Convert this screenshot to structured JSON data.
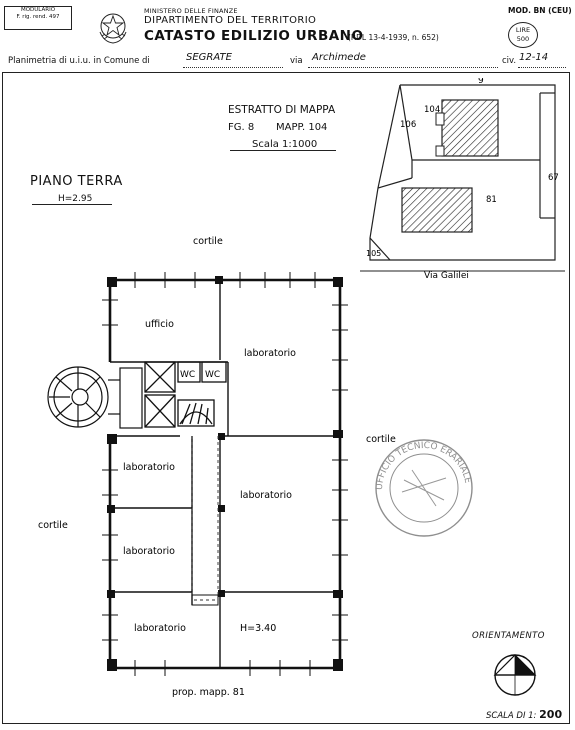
{
  "header": {
    "modulario_line1": "MODULARIO",
    "modulario_line2": "F. rig. rend. 497",
    "ministry": "MINISTERO DELLE FINANZE",
    "department": "DIPARTIMENTO DEL TERRITORIO",
    "title": "CATASTO EDILIZIO URBANO",
    "law_ref": "(RDL 13-4-1939, n. 652)",
    "model_code": "MOD. BN (CEU)",
    "stamp_line1": "LIRE",
    "stamp_line2": "500"
  },
  "location": {
    "prefix": "Planimetria di u.i.u. in Comune di",
    "comune": "SEGRATE",
    "via_label": "via",
    "via": "Archimede",
    "civ_label": "civ.",
    "civ": "12-14"
  },
  "excerpt": {
    "title": "ESTRATTO DI MAPPA",
    "sheet": "FG. 8",
    "parcel": "MAPP. 104",
    "scale": "Scala 1:1000"
  },
  "floor": {
    "name": "PIANO TERRA",
    "height": "H=2.95"
  },
  "map_labels": {
    "n9": "9",
    "n104": "104",
    "n106": "106",
    "n67": "67",
    "n81": "81",
    "n105": "105",
    "street": "Via Galilei"
  },
  "plan_labels": {
    "cortile_top": "cortile",
    "cortile_right": "cortile",
    "cortile_left": "cortile",
    "ufficio": "ufficio",
    "lab_main_top": "laboratorio",
    "wc1": "WC",
    "wc2": "WC",
    "lab_left1": "laboratorio",
    "lab_right_mid": "laboratorio",
    "lab_left2": "laboratorio",
    "lab_bottom_left": "laboratorio",
    "height_label": "H=3.40",
    "neighbor": "prop. mapp. 81"
  },
  "footer": {
    "orientation": "ORIENTAMENTO",
    "scale_label": "SCALA DI 1:",
    "scale_value": "200"
  },
  "stamp": {
    "text": "UFFICIO TECNICO ERARIALE"
  }
}
